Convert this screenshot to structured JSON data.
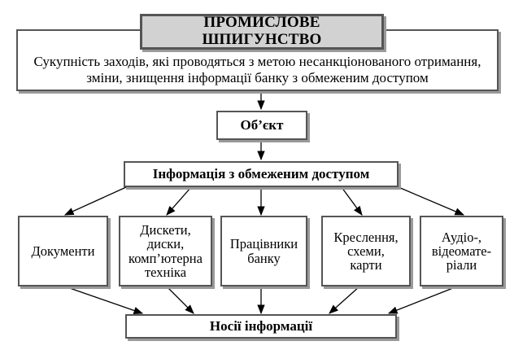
{
  "title": "ПРОМИСЛОВЕ ШПИГУНСТВО",
  "definition": {
    "line1": "Сукупність заходів, які проводяться з метою несанкціонованого отримання,",
    "line2": "зміни, знищення інформації банку з обмеженим доступом"
  },
  "object": "Об’єкт",
  "restricted_info": "Інформація з обмеженим доступом",
  "categories": [
    {
      "lines": [
        "Документи"
      ]
    },
    {
      "lines": [
        "Дискети,",
        "диски,",
        "комп’ютерна",
        "техніка"
      ]
    },
    {
      "lines": [
        "Працівники",
        "банку"
      ]
    },
    {
      "lines": [
        "Креслення,",
        "схеми,",
        "карти"
      ]
    },
    {
      "lines": [
        "Аудіо-,",
        "відеомате-",
        "ріали"
      ]
    }
  ],
  "carriers": "Носії інформації"
}
